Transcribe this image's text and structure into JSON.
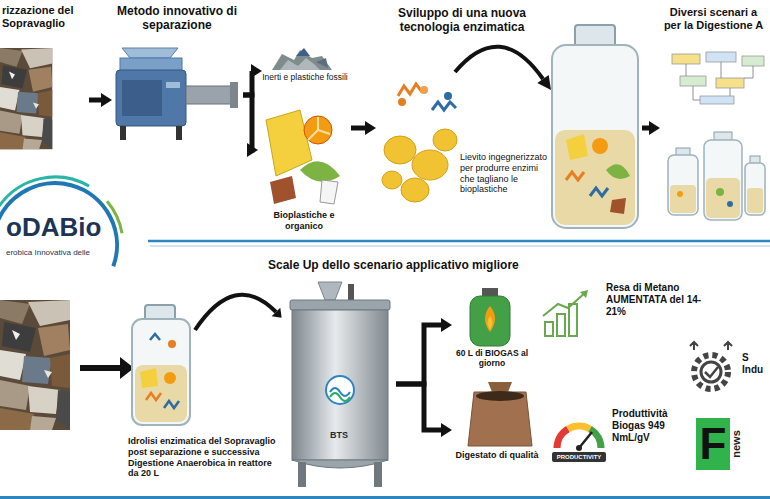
{
  "diagram": {
    "nodes": [
      {
        "text": [
          "rizzazione del Sopravaglio"
        ]
      },
      {
        "text": [
          "Metodo innovativo di separazione"
        ]
      },
      {
        "text": [
          "Inerti e plastiche fossili"
        ]
      },
      {
        "text": [
          "Bioplastiche e organico"
        ]
      },
      {
        "text": [
          "Sviluppo di una nuova tecnologia enzimatica",
          "Lievito ingegnerizzato per produrre enzimi che tagliano le bioplastiche"
        ]
      },
      {
        "text": [
          "Diversi scenari a per la Digestione A"
        ]
      },
      {
        "text": [
          "oDABio",
          "erobica Innovativa delle"
        ]
      },
      {
        "text": [
          "BTS"
        ]
      },
      {
        "text": [
          "60 L di BIOGAS al giorno"
        ]
      },
      {
        "text": [
          "Digestato di qualità"
        ]
      }
    ],
    "edges": [
      {
        "from": 0,
        "to": 1,
        "arrow": "to"
      },
      {
        "from": 1,
        "to": 2,
        "arrow": "to"
      },
      {
        "from": 1,
        "to": 3,
        "arrow": "to"
      },
      {
        "from": 3,
        "to": 4,
        "arrow": "to"
      },
      {
        "from": 4,
        "to": 5,
        "arrow": "to"
      },
      {
        "from": 7,
        "to": 8,
        "arrow": "to"
      },
      {
        "from": 7,
        "to": 9,
        "arrow": "to"
      }
    ],
    "labels": [
      "Scale Up dello scenario applicativo migliore",
      "Idrolisi enzimatica del Sopravaglio post separazione e successiva Digestione Anaerobica in reattore da 20 L",
      "Resa di Metano AUMENTATA del 14-21%",
      "S Indu",
      "PRODUCTIVITY",
      "Produttività Biogas 949 NmL/gV",
      "F",
      "news"
    ]
  }
}
